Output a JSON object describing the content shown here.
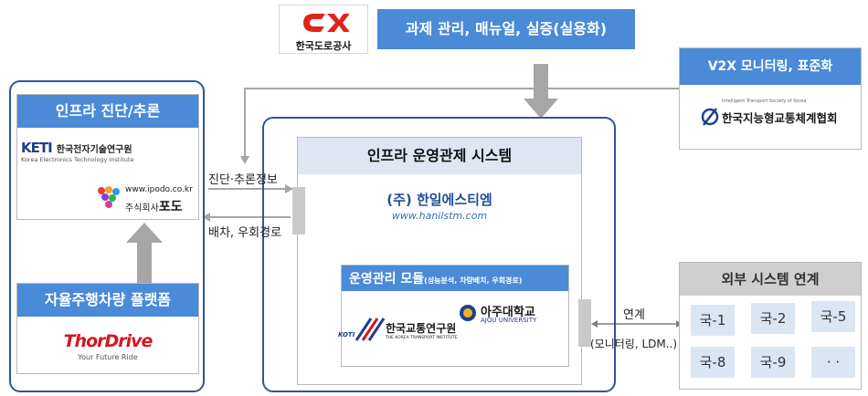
{
  "ex": {
    "logo_text": "한국도로공사",
    "title": "과제 관리, 매뉴얼, 실증(실용화)"
  },
  "v2x": {
    "title": "V2X 모니터링, 표준화",
    "org": "한국지능형교통체계협회",
    "org_small": "Intelligent Transport Society of Korea"
  },
  "infra_diag": {
    "title": "인프라 진단/추론",
    "keti_mark": "KETI",
    "keti_name": "한국전자기술연구원",
    "keti_en": "Korea Electronics Technology Institute",
    "ipodo_url": "www.ipodo.co.kr",
    "ipodo_prefix": "주식회사",
    "ipodo_name": "포도"
  },
  "platform": {
    "title": "자율주행차량 플랫폼",
    "brand": "ThorDrive",
    "tagline": "Your Future Ride"
  },
  "ops": {
    "title": "인프라 운영관제 시스템",
    "company": "(주) 한일에스티엠",
    "company_url": "www.hanilstm.com",
    "module_title": "운영관리 모듈",
    "module_sub": "(성능분석, 차량배치, 우회경로)",
    "koti_mark": "KOTI",
    "koti_name": "한국교통연구원",
    "koti_en": "THE KOREA TRANSPORT INSTITUTE",
    "ajou_name": "아주대학교",
    "ajou_en": "AJOU UNIVERSITY"
  },
  "arrows": {
    "diag_info": "진단·추론정보",
    "dispatch": "배차, 우회경로",
    "link": "연계",
    "monitor": "(모니터링, LDM..)"
  },
  "external": {
    "title": "외부 시스템 연계",
    "cells": [
      "국-1",
      "국-2",
      "국-5",
      "국-8",
      "국-9",
      "· ·"
    ]
  },
  "colors": {
    "accent": "#4a8ad6",
    "outline": "#2f5597",
    "ex_red": "#e2231a",
    "arrow_gray": "#a6a6a6"
  }
}
